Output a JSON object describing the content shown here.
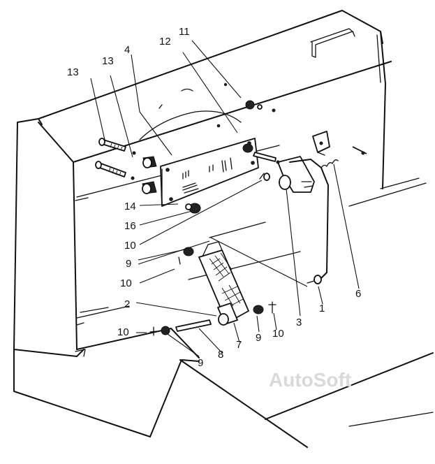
{
  "watermark": "AutoSoft",
  "callouts": [
    {
      "id": "c13a",
      "text": "13"
    },
    {
      "id": "c13b",
      "text": "13"
    },
    {
      "id": "c4",
      "text": "4"
    },
    {
      "id": "c12",
      "text": "12"
    },
    {
      "id": "c11",
      "text": "11"
    },
    {
      "id": "c14",
      "text": "14"
    },
    {
      "id": "c16",
      "text": "16"
    },
    {
      "id": "c10a",
      "text": "10"
    },
    {
      "id": "c9a",
      "text": "9"
    },
    {
      "id": "c10b",
      "text": "10"
    },
    {
      "id": "c2",
      "text": "2"
    },
    {
      "id": "c10c",
      "text": "10"
    },
    {
      "id": "c9b",
      "text": "9"
    },
    {
      "id": "c8",
      "text": "8"
    },
    {
      "id": "c7",
      "text": "7"
    },
    {
      "id": "c9c",
      "text": "9"
    },
    {
      "id": "c10d",
      "text": "10"
    },
    {
      "id": "c3",
      "text": "3"
    },
    {
      "id": "c1",
      "text": "1"
    },
    {
      "id": "c6",
      "text": "6"
    }
  ]
}
